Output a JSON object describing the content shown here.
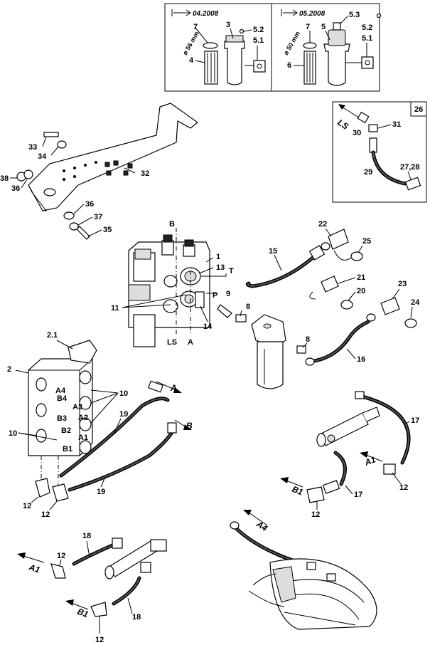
{
  "inset_filters": {
    "left": {
      "date_label": "04.2008",
      "dimension": "ø 56 mm",
      "parts": [
        "7",
        "3",
        "5.2",
        "5.1",
        "4"
      ]
    },
    "right": {
      "date_label": "05.2008",
      "dimension": "ø 50 mm",
      "parts": [
        "7",
        "5",
        "5.3",
        "5.2",
        "5.1",
        "6"
      ]
    }
  },
  "inset_26": {
    "box_number": "26",
    "direction": "LS",
    "parts": [
      "30",
      "31",
      "29",
      "27,28"
    ]
  },
  "bracket_parts": [
    "33",
    "34",
    "38",
    "36",
    "32",
    "36",
    "37",
    "35"
  ],
  "valve_parts": {
    "port_labels": [
      "B",
      "T",
      "P",
      "LS",
      "A"
    ],
    "numbers": [
      "1",
      "13",
      "11",
      "9",
      "8",
      "14",
      "22",
      "25",
      "15",
      "21",
      "20",
      "23",
      "24",
      "8",
      "16"
    ]
  },
  "control_block": {
    "numbers": [
      "2.1",
      "2",
      "10",
      "10",
      "19",
      "19",
      "12",
      "12"
    ],
    "port_labels": [
      "A4",
      "B4",
      "A3",
      "B3",
      "A2",
      "B2",
      "A1",
      "B1"
    ],
    "directions": [
      "A",
      "B"
    ]
  },
  "cylinder_right": {
    "numbers": [
      "17",
      "17",
      "12",
      "12"
    ],
    "directions": [
      "A1",
      "B1"
    ]
  },
  "cylinder_bottom": {
    "numbers": [
      "18",
      "12",
      "18",
      "12"
    ],
    "directions": [
      "A1",
      "B1"
    ]
  },
  "mower": {
    "direction": "A4"
  }
}
